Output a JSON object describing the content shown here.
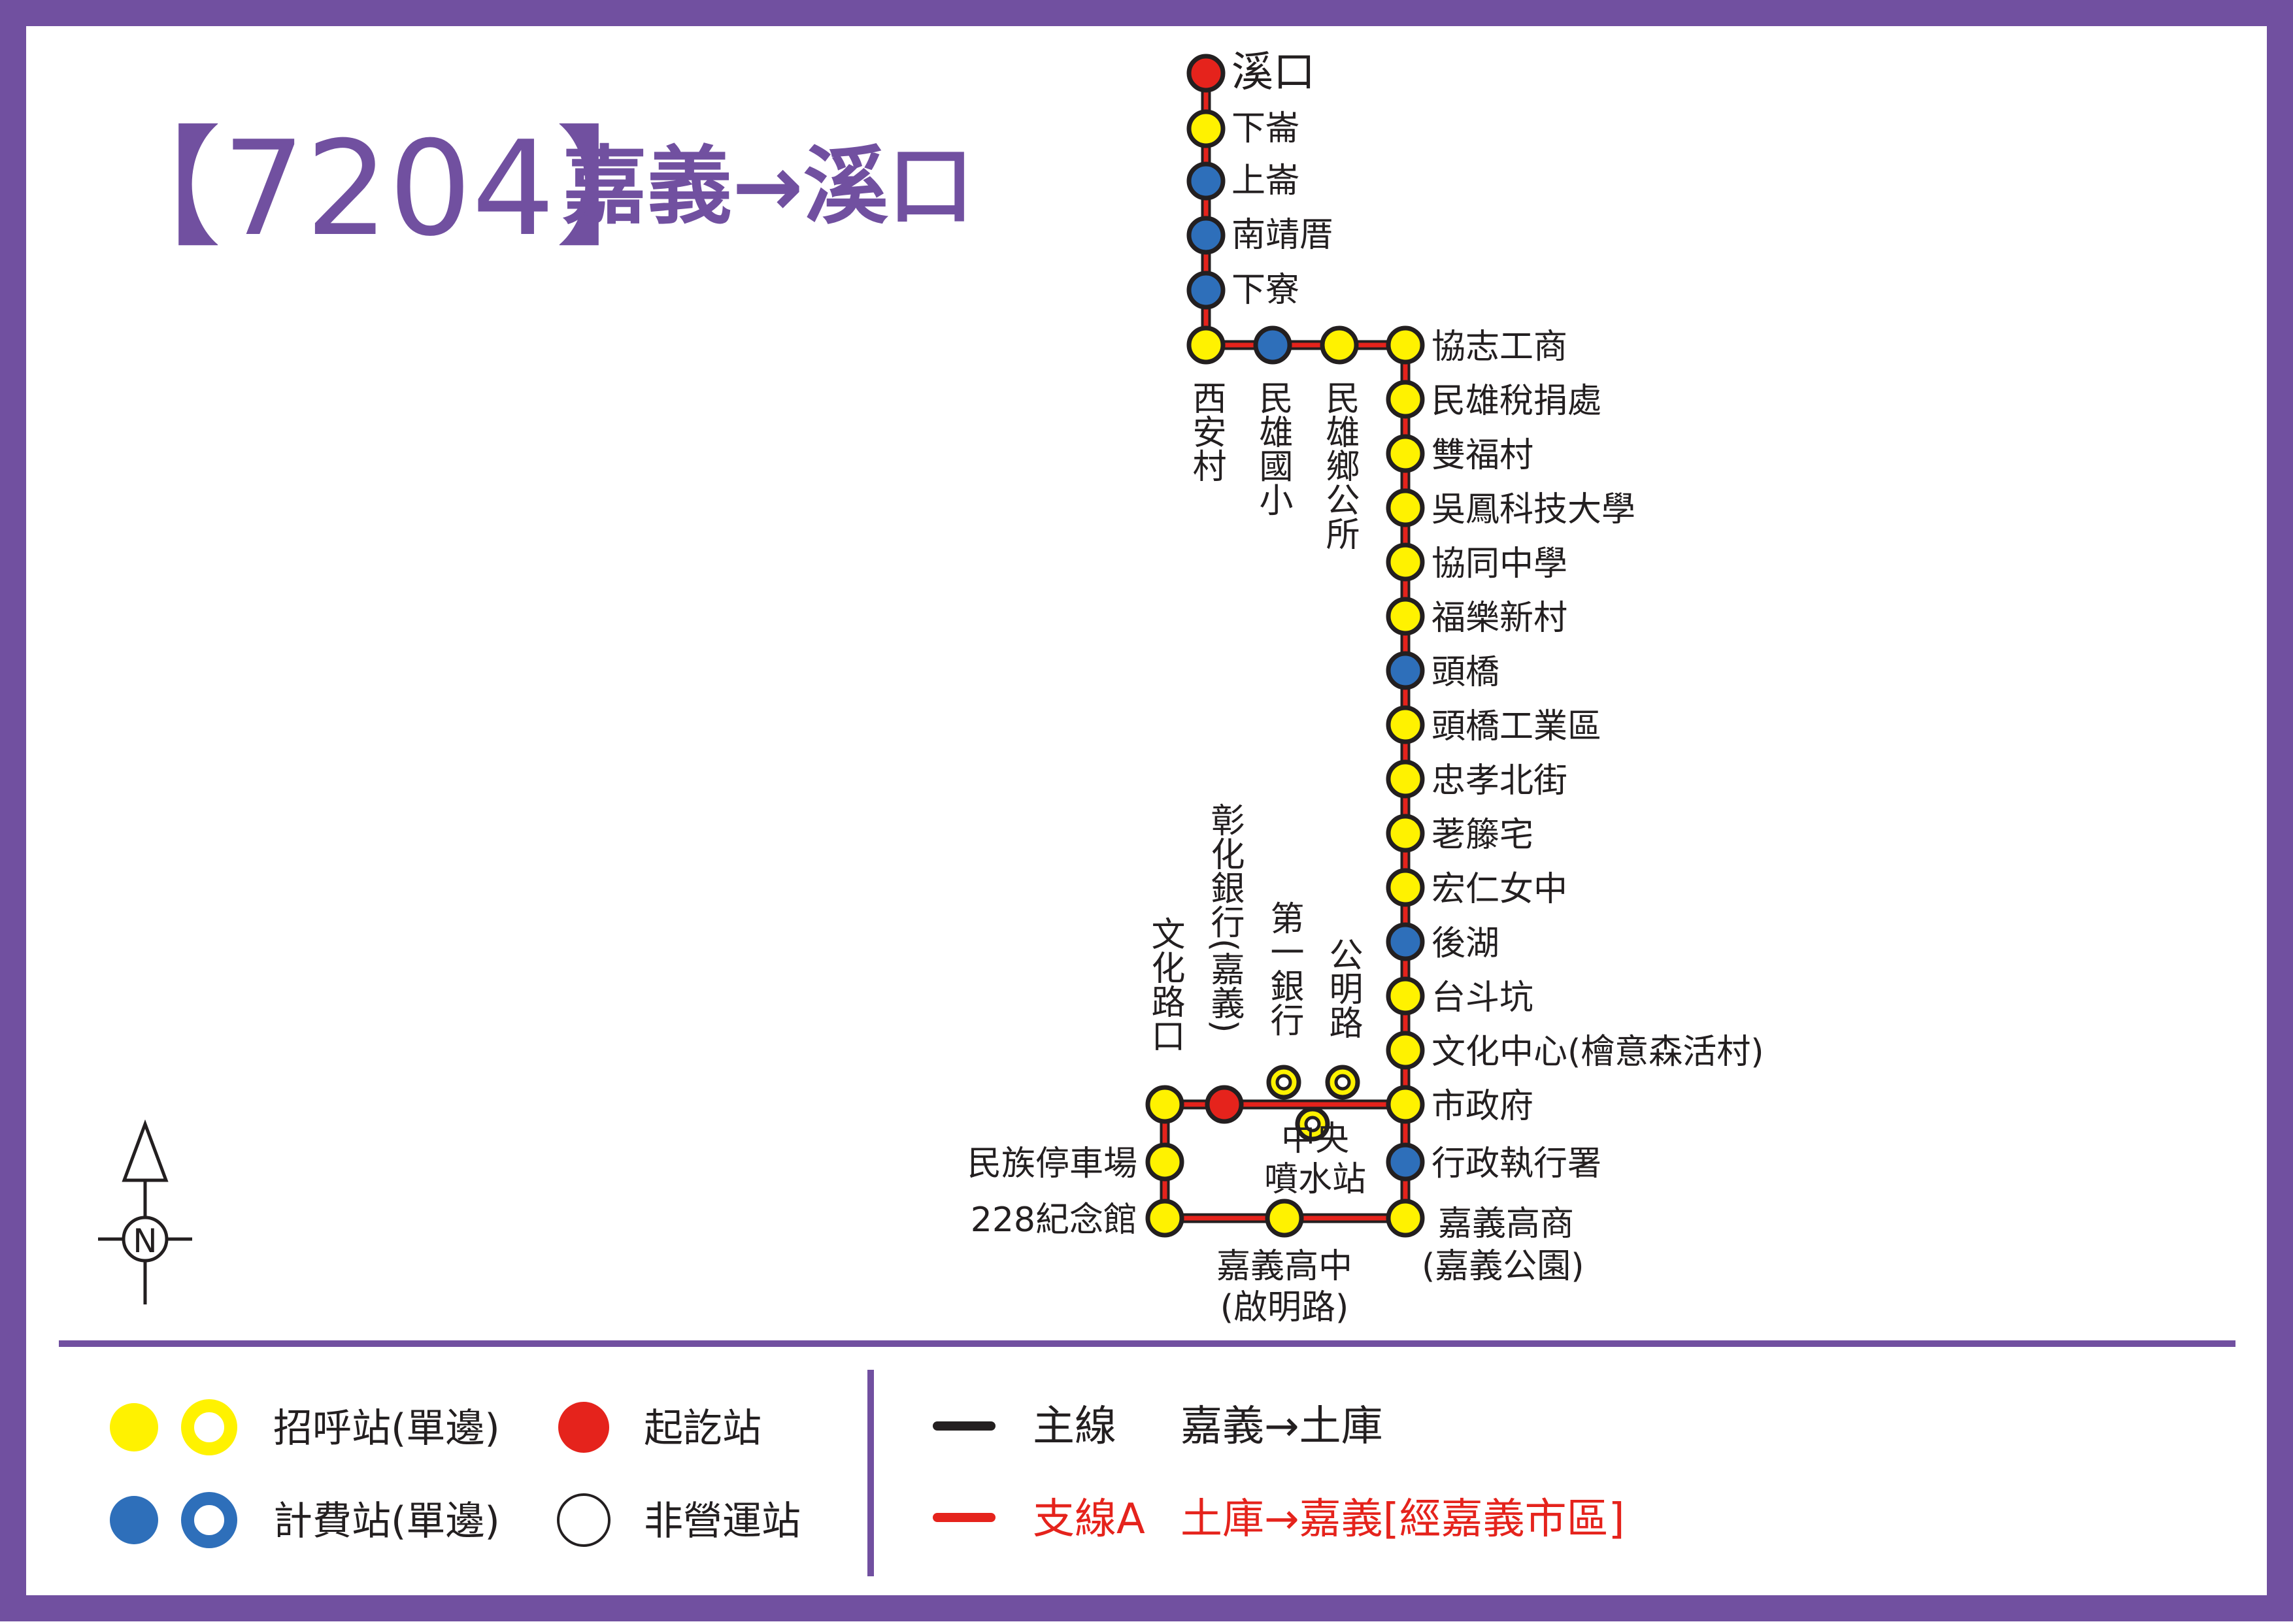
{
  "title": {
    "route_number": "【7204】",
    "direction": "嘉義→溪口"
  },
  "colors": {
    "frame": "#7150a0",
    "route_line": "#e5231c",
    "stop_yellow": "#fff200",
    "stop_blue": "#2e6fba",
    "stop_red": "#e5231c",
    "stroke": "#231f20"
  },
  "compass": {
    "label": "N"
  },
  "stops": {
    "s01": "溪口",
    "s02": "下崙",
    "s03": "上崙",
    "s04": "南靖厝",
    "s05": "下寮",
    "s06": "西安村",
    "s07": "民雄國小",
    "s08": "民雄鄉公所",
    "s09": "協志工商",
    "s10": "民雄稅捐處",
    "s11": "雙福村",
    "s12": "吳鳳科技大學",
    "s13": "協同中學",
    "s14": "福樂新村",
    "s15": "頭橋",
    "s16": "頭橋工業區",
    "s17": "忠孝北街",
    "s18": "荖籐宅",
    "s19": "宏仁女中",
    "s20": "後湖",
    "s21": "台斗坑",
    "s22": "文化中心(檜意森活村)",
    "s23": "市政府",
    "s24": "行政執行署",
    "s25a": "嘉義高商",
    "s25b": "(嘉義公園)",
    "s26a": "嘉義高中",
    "s26b": "(啟明路)",
    "s27": "228紀念館",
    "s28": "民族停車場",
    "s29": "文化路口",
    "s30": "彰化銀行(嘉義)",
    "s31": "第一銀行",
    "s32": "公明路",
    "s33a": "中央",
    "s33b": "噴水站"
  },
  "legend": {
    "hail_stop": "招呼站(單邊)",
    "fare_stop": "計費站(單邊)",
    "terminal": "起訖站",
    "non_operating": "非營運站",
    "main_line_label": "主線",
    "main_line_route": "嘉義→土庫",
    "branch_label": "支線A",
    "branch_route": "土庫→嘉義[經嘉義市區]"
  }
}
